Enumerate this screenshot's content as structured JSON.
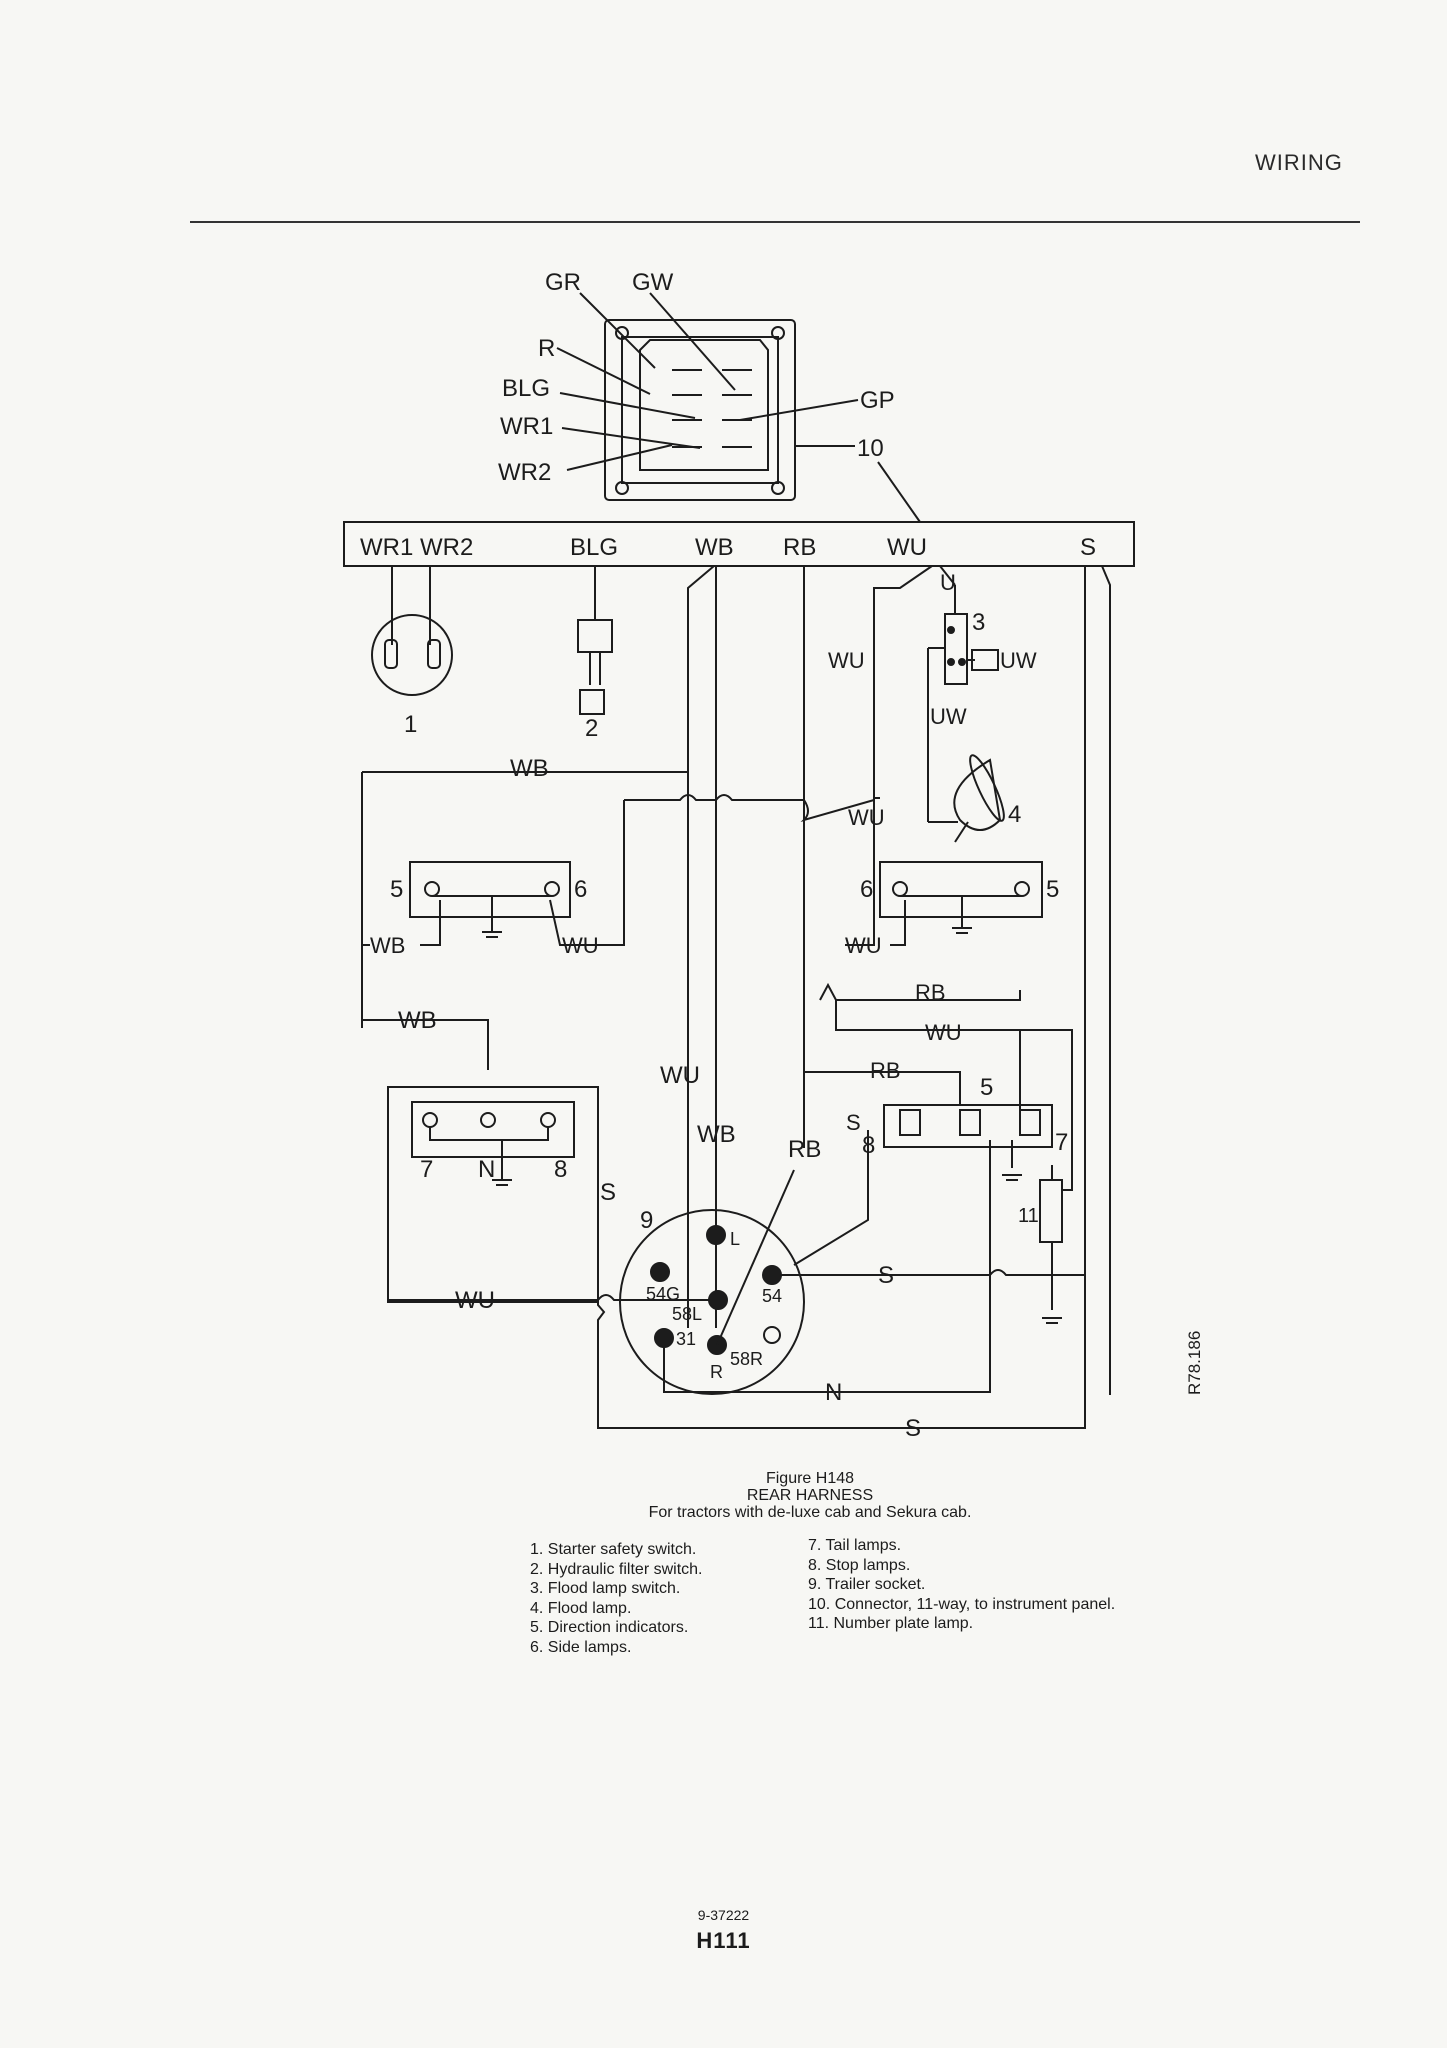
{
  "header": {
    "title": "WIRING"
  },
  "connector10": {
    "pin_labels": [
      "GR",
      "GW",
      "R",
      "BLG",
      "WR1",
      "WR2",
      "GP",
      "10"
    ]
  },
  "bus": {
    "labels": [
      "WR1 WR2",
      "BLG",
      "WB",
      "RB",
      "WU",
      "S"
    ]
  },
  "wire_labels": {
    "wb_top": "WB",
    "wu_left": "WU",
    "u": "U",
    "uw_right": "UW",
    "uw_below": "UW",
    "wu_mid": "WU",
    "wb_left_lamp": "WB",
    "wu_left_lamp": "WU",
    "wu_right_lamp": "WU",
    "rb_right": "RB",
    "wu_right": "WU",
    "wb_lower": "WB",
    "rb_stop": "RB",
    "wu_vert": "WU",
    "wb_vert": "WB",
    "rb_vert": "RB",
    "s_left": "S",
    "s_stop": "S",
    "wu_bottom": "WU",
    "s_socket": "S",
    "n_bottom": "N",
    "s_bottom": "S"
  },
  "component_numbers": {
    "c1": "1",
    "c2": "2",
    "c3": "3",
    "c4": "4",
    "c5_left": "5",
    "c6_left": "6",
    "c6_right": "6",
    "c5_right": "5",
    "c7": "7",
    "c8": "8",
    "c_n": "N",
    "c5_stop": "5",
    "c8_stop": "8",
    "c7_stop": "7",
    "c9": "9",
    "c11": "11"
  },
  "socket_pins": [
    "L",
    "54G",
    "58L",
    "54",
    "31",
    "R",
    "58R"
  ],
  "reference": "R78.186",
  "figure": {
    "number": "Figure H148",
    "title": "REAR HARNESS",
    "subtitle": "For tractors with de-luxe cab and Sekura cab."
  },
  "legend_left": [
    "1. Starter safety switch.",
    "2. Hydraulic filter switch.",
    "3. Flood lamp switch.",
    "4. Flood lamp.",
    "5. Direction indicators.",
    "6. Side lamps."
  ],
  "legend_right": [
    "7. Tail lamps.",
    "8. Stop lamps.",
    "9. Trailer socket.",
    "10. Connector, 11-way, to instrument panel.",
    "11. Number plate lamp."
  ],
  "footer": {
    "code": "9-37222",
    "page": "H111"
  }
}
